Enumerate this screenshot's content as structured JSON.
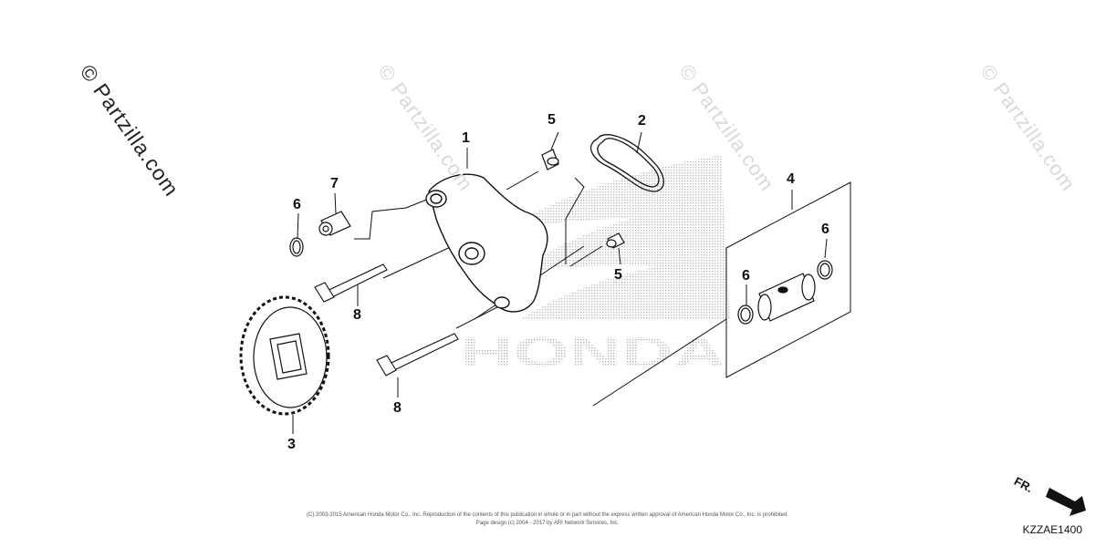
{
  "watermarks": {
    "primary": "© Partzilla.com",
    "faint": "© Partzilla.com"
  },
  "background_logo": {
    "text": "HONDA",
    "icon": "honda-wing-logo"
  },
  "callouts": [
    "1",
    "2",
    "3",
    "4",
    "5",
    "5",
    "6",
    "6",
    "6",
    "7",
    "8",
    "8"
  ],
  "footer": {
    "copyright_line1": "(C) 2003-2015 American Honda Motor Co., Inc. Reproduction of the contents of this publication in whole or in part without the express written approval of American Honda Motor Co., Inc. is prohibited.",
    "copyright_line2": "Page design (c) 2004 - 2017 by ARI Network Services, Inc.",
    "diagram_code": "KZZAE1400"
  },
  "direction_indicator": {
    "label": "FR.",
    "icon": "front-arrow-icon"
  },
  "colors": {
    "line": "#111111",
    "watermark": "#d9d9d9",
    "logo_dots": "#b5b5b5"
  }
}
